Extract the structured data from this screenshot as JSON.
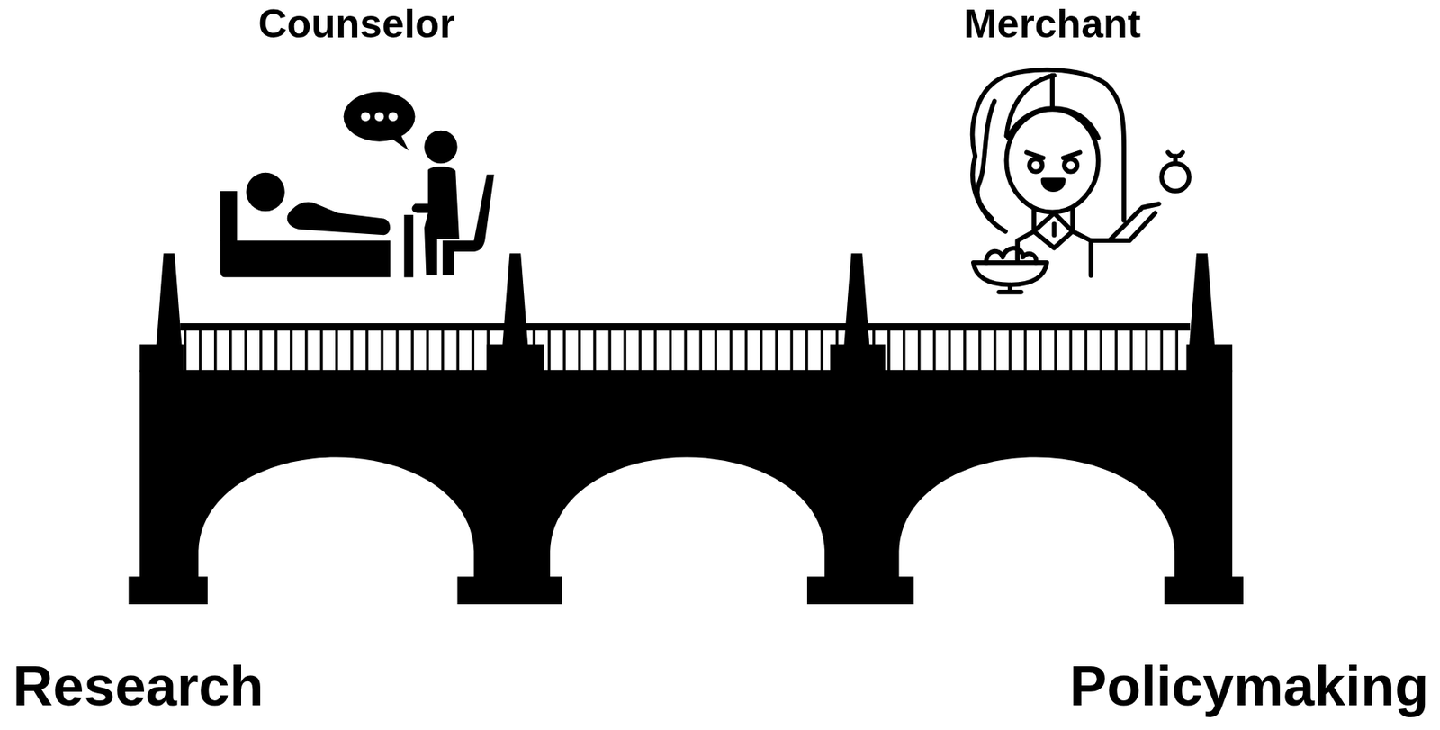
{
  "diagram": {
    "labels": [
      "Counselor",
      "Merchant",
      "Research",
      "Policymaking"
    ]
  }
}
